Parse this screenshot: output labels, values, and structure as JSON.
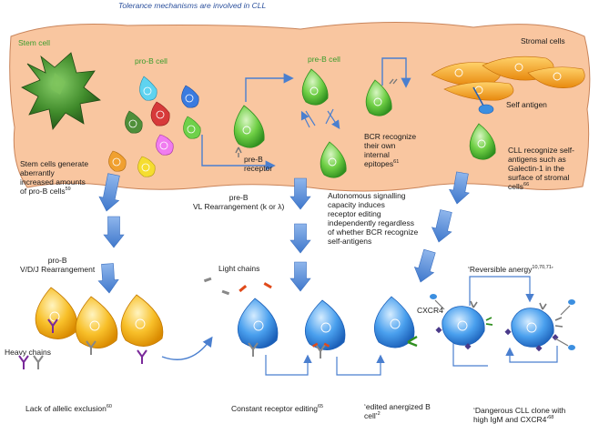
{
  "title": "Tolerance mechanisms are involved in CLL",
  "labels": {
    "stem_cell": "Stem cell",
    "pro_b_cell": "pro-B cell",
    "pre_b_cell": "pre-B cell",
    "stromal_cells": "Stromal cells",
    "self_antigen": "Self antigen",
    "pre_b_receptor": "pre-B\nreceptor",
    "bcr_recognize": "BCR recognize\ntheir own\ninternal\nepitopes",
    "bcr_recognize_ref": "61",
    "cll_recognize": "CLL recognize self-\nantigens such as\nGalectin-1 in the\nsurface of stromal\ncells",
    "cll_recognize_ref": "66",
    "stem_generate": "Stem cells generate\naberrantly\nincreased amounts\nof pro-B cells",
    "stem_generate_ref": "59",
    "pre_b_vl": "pre-B\nVL Rearrangement (k or λ)",
    "autonomous": "Autonomous signalling\ncapacity induces\nreceptor editing\nindependently regardless\nof whether BCR recognize\nself-antigens",
    "pro_b_vdj": "pro-B\nV/D/J Rearrangement",
    "reversible_anergy": "‘Reversible anergy",
    "reversible_anergy_ref": "10,70,71",
    "reversible_anergy_close": "’",
    "light_chains": "Light chains",
    "heavy_chains": "Heavy chains",
    "cxcr4": "CXCR4",
    "lack_allelic": "Lack of allelic exclusion",
    "lack_allelic_ref": "60",
    "constant_editing": "Constant receptor editing",
    "constant_editing_ref": "65",
    "edited_anergized": "‘edited anergized B\ncell’",
    "edited_anergized_ref": "2",
    "dangerous_clone": "‘Dangerous CLL clone with\nhigh IgM and CXCR4’",
    "dangerous_clone_ref": "68"
  },
  "colors": {
    "niche_fill": "#f9c6a0",
    "niche_stroke": "#c9845a",
    "green_cell": "#5fbf3c",
    "blue_cell": "#3c8fe0",
    "yellow_cell": "#f5b623",
    "arrow": "#5b8fd6",
    "title": "#2a4f9c",
    "green_text": "#3a9c2c"
  }
}
